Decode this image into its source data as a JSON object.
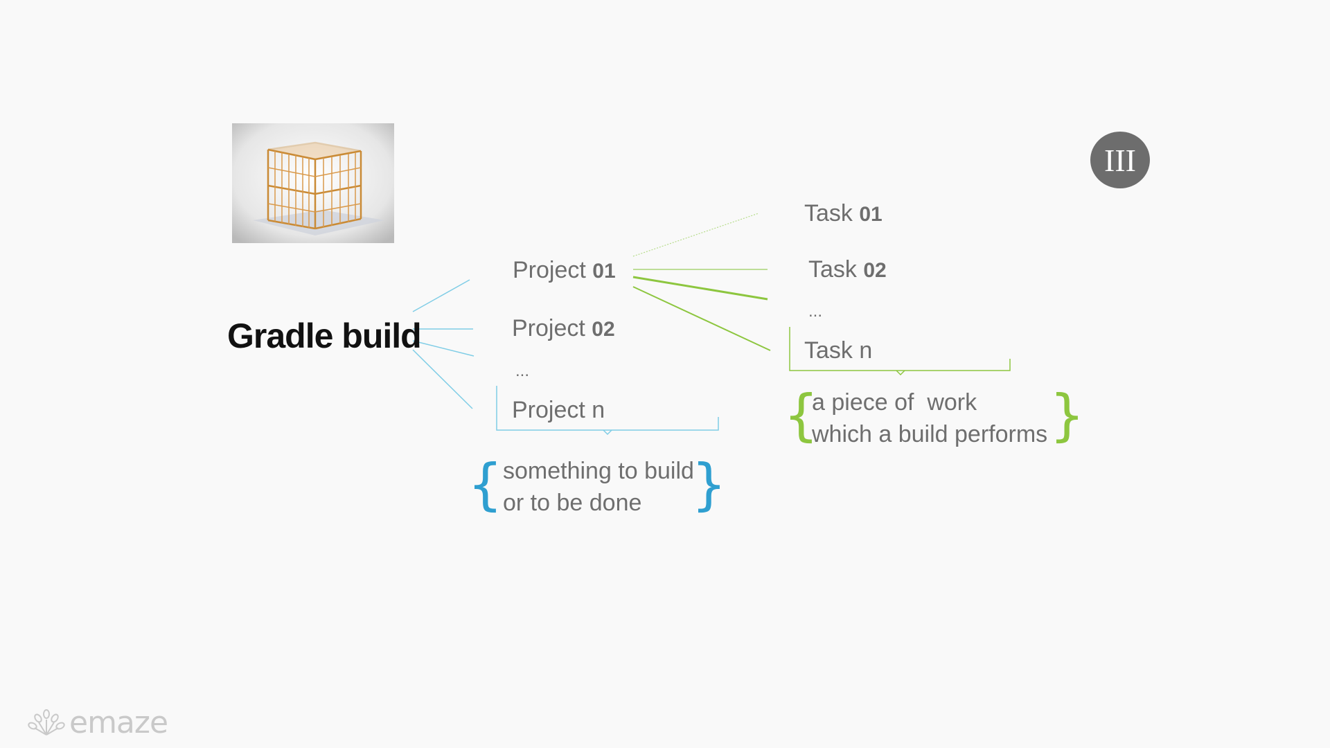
{
  "badge": {
    "label": "III"
  },
  "title": "Gradle build",
  "projects": [
    {
      "word": "Project",
      "num": "01"
    },
    {
      "word": "Project",
      "num": "02"
    },
    {
      "ellipsis": "..."
    },
    {
      "word": "Project",
      "num": "n"
    }
  ],
  "tasks": [
    {
      "word": "Task",
      "num": "01"
    },
    {
      "word": "Task",
      "num": "02"
    },
    {
      "ellipsis": "..."
    },
    {
      "word": "Task",
      "num": "n"
    }
  ],
  "project_note": {
    "line1": "something to build",
    "line2": "or to be done"
  },
  "task_note": {
    "line1": "a piece of  work",
    "line2": "which a build performs"
  },
  "logo": {
    "text": "emaze"
  },
  "colors": {
    "blue": "#5bc0de",
    "brace_blue": "#2f9fd0",
    "green": "#8dc63f",
    "text": "#6e6e6e",
    "badge": "#6d6d6d"
  },
  "icons": [
    "house-frame-image",
    "emaze-peacock-icon"
  ]
}
